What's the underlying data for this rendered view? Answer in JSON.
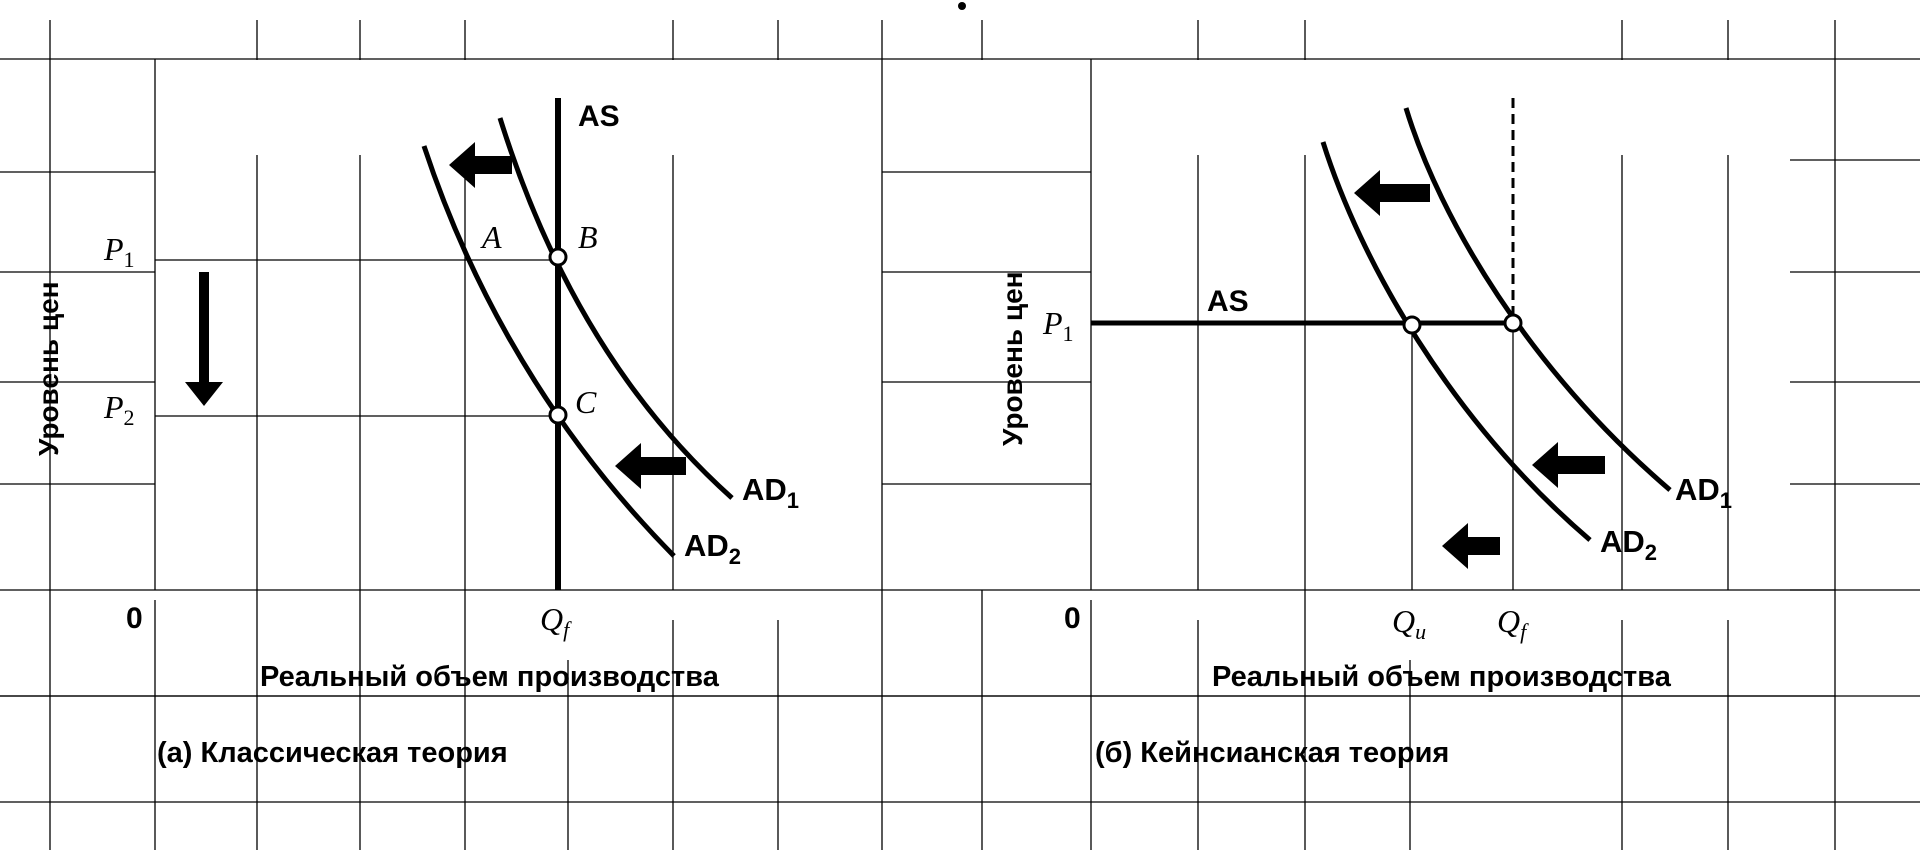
{
  "panels": [
    {
      "id": "a",
      "caption": "(а)  Классическая теория",
      "y_label": "Уровень цен",
      "x_label": "Реальный объем производства",
      "origin": "0",
      "p_labels": [
        {
          "main": "P",
          "sub": "1"
        },
        {
          "main": "P",
          "sub": "2"
        }
      ],
      "q_labels": [
        {
          "main": "Q",
          "sub": "f"
        }
      ],
      "as_label": "AS",
      "curves": [
        {
          "main": "AD",
          "sub": "1"
        },
        {
          "main": "AD",
          "sub": "2"
        }
      ],
      "points": [
        "A",
        "B",
        "C"
      ]
    },
    {
      "id": "b",
      "caption": "(б)  Кейнсианская теория",
      "y_label": "Уровень цен",
      "x_label": "Реальный объем производства",
      "origin": "0",
      "p_labels": [
        {
          "main": "P",
          "sub": "1"
        }
      ],
      "q_labels": [
        {
          "main": "Q",
          "sub": "u"
        },
        {
          "main": "Q",
          "sub": "f"
        }
      ],
      "as_label": "AS",
      "curves": [
        {
          "main": "AD",
          "sub": "1"
        },
        {
          "main": "AD",
          "sub": "2"
        }
      ]
    }
  ]
}
